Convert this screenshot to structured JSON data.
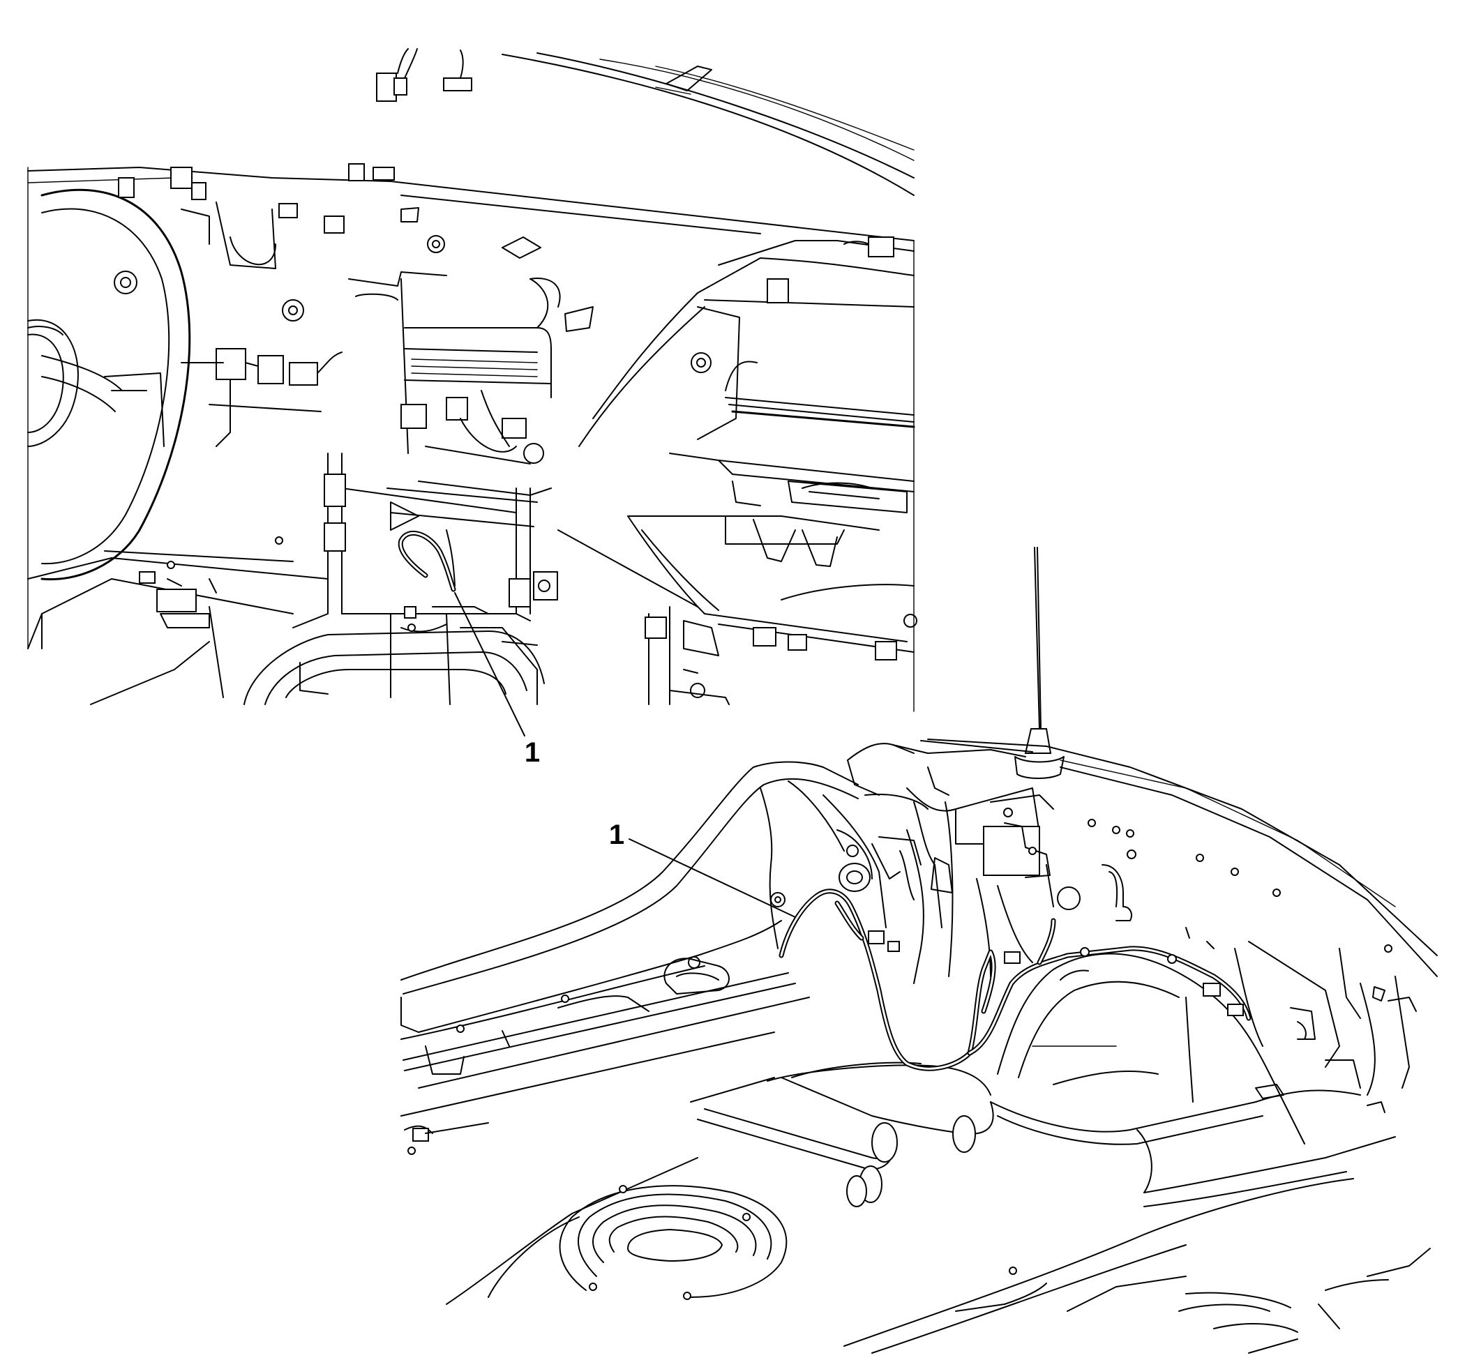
{
  "callouts": [
    {
      "id": "callout-top",
      "label": "1"
    },
    {
      "id": "callout-bottom",
      "label": "1"
    }
  ],
  "colors": {
    "line": "#000000",
    "background": "#ffffff"
  }
}
